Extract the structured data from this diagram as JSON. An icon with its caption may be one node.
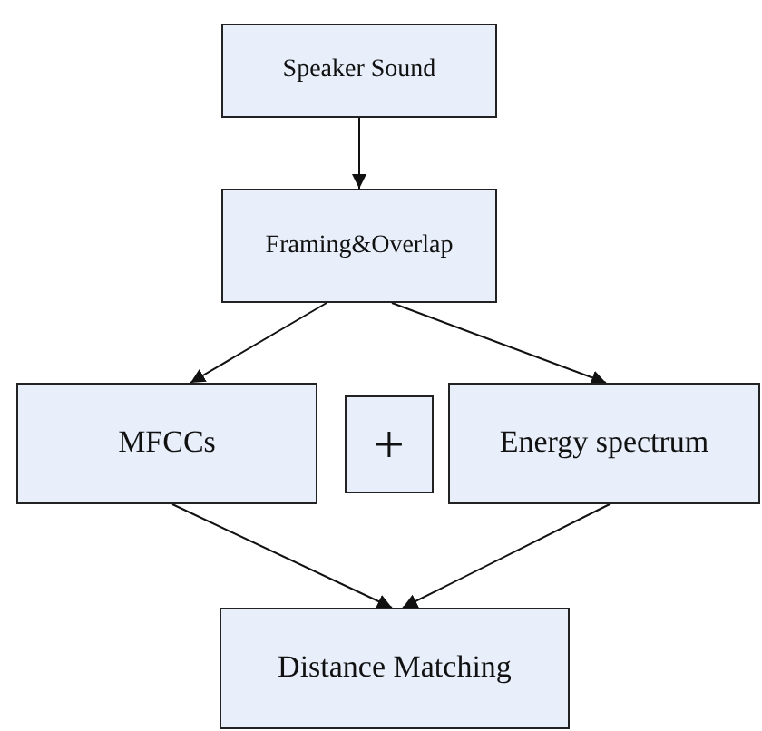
{
  "diagram": {
    "nodes": [
      {
        "text": [
          "Speaker Sound"
        ]
      },
      {
        "text": [
          "Framing&Overlap"
        ]
      },
      {
        "text": [
          "MFCCs"
        ]
      },
      {
        "text": [
          "+"
        ]
      },
      {
        "text": [
          "Energy spectrum"
        ]
      },
      {
        "text": [
          "Distance Matching"
        ]
      }
    ],
    "edges": [
      {
        "from": 0,
        "to": 1,
        "arrow": "to"
      },
      {
        "from": 1,
        "to": 2,
        "arrow": "to"
      },
      {
        "from": 1,
        "to": 4,
        "arrow": "to"
      },
      {
        "from": 2,
        "to": 5,
        "arrow": "to"
      },
      {
        "from": 4,
        "to": 5,
        "arrow": "to"
      }
    ]
  }
}
